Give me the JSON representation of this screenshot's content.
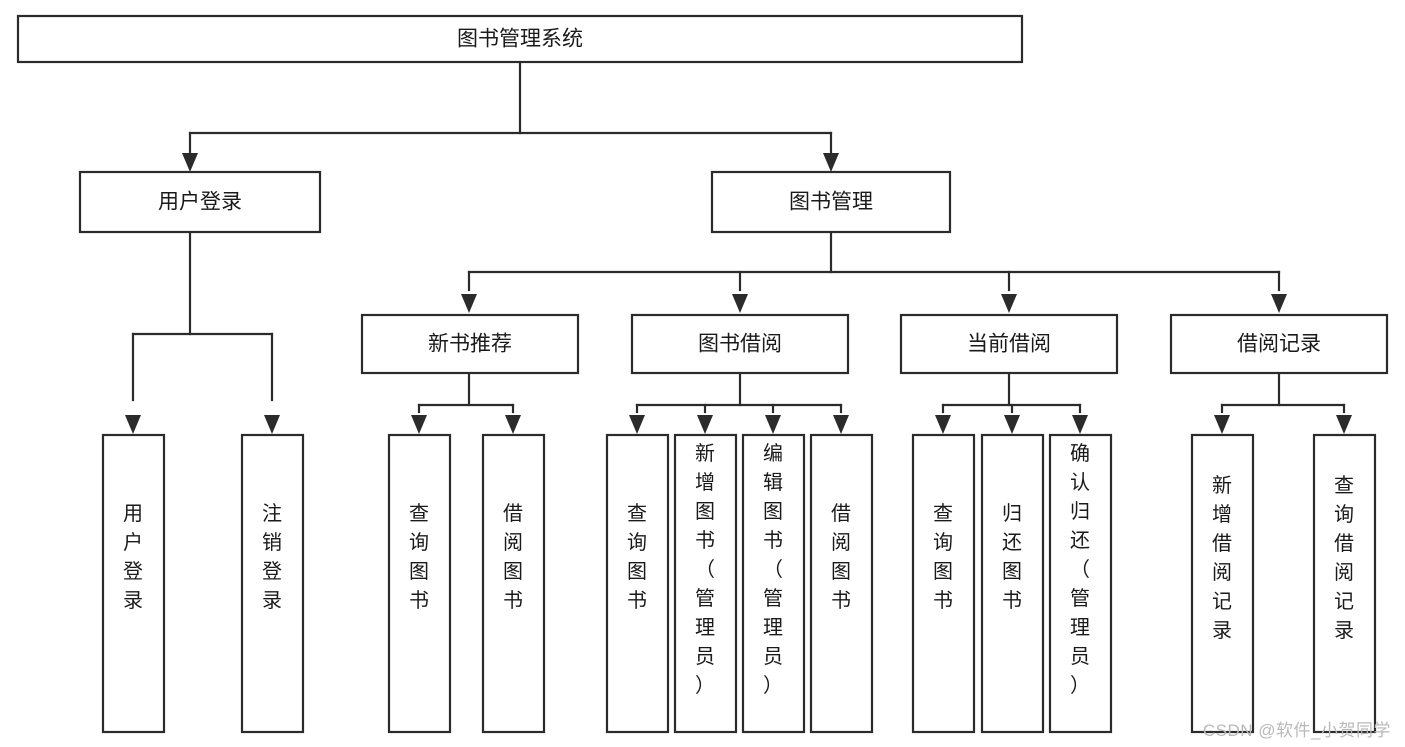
{
  "diagram": {
    "type": "tree-hierarchy",
    "title": "图书管理系统",
    "orientation": "top-down",
    "colors": {
      "box_stroke": "#2b2b2b",
      "box_fill": "#ffffff",
      "text": "#1a1a1a",
      "connector": "#2b2b2b",
      "watermark": "#b9b9b9",
      "background": "#ffffff"
    },
    "root": {
      "label": "图书管理系统"
    },
    "level2": [
      {
        "id": "user-login",
        "label": "用户登录"
      },
      {
        "id": "book-manage",
        "label": "图书管理"
      }
    ],
    "level3": [
      {
        "id": "new-book-recommend",
        "label": "新书推荐",
        "parent": "book-manage"
      },
      {
        "id": "book-borrow",
        "label": "图书借阅",
        "parent": "book-manage"
      },
      {
        "id": "current-borrow",
        "label": "当前借阅",
        "parent": "book-manage"
      },
      {
        "id": "borrow-record",
        "label": "借阅记录",
        "parent": "book-manage"
      }
    ],
    "leaves": [
      {
        "id": "leaf-user-login",
        "label": "用户登录",
        "parent": "user-login"
      },
      {
        "id": "leaf-logout-login",
        "label": "注销登录",
        "parent": "user-login"
      },
      {
        "id": "leaf-query-book-1",
        "label": "查询图书",
        "parent": "new-book-recommend"
      },
      {
        "id": "leaf-borrow-book-1",
        "label": "借阅图书",
        "parent": "new-book-recommend"
      },
      {
        "id": "leaf-query-book-2",
        "label": "查询图书",
        "parent": "book-borrow"
      },
      {
        "id": "leaf-add-book",
        "label": "新增图书（管理员）",
        "parent": "book-borrow"
      },
      {
        "id": "leaf-edit-book",
        "label": "编辑图书（管理员）",
        "parent": "book-borrow"
      },
      {
        "id": "leaf-borrow-book-2",
        "label": "借阅图书",
        "parent": "book-borrow"
      },
      {
        "id": "leaf-query-book-3",
        "label": "查询图书",
        "parent": "current-borrow"
      },
      {
        "id": "leaf-return-book",
        "label": "归还图书",
        "parent": "current-borrow"
      },
      {
        "id": "leaf-confirm-return",
        "label": "确认归还（管理员）",
        "parent": "current-borrow"
      },
      {
        "id": "leaf-add-record",
        "label": "新增借阅记录",
        "parent": "borrow-record"
      },
      {
        "id": "leaf-query-record",
        "label": "查询借阅记录",
        "parent": "borrow-record"
      }
    ]
  },
  "watermark": {
    "label": "CSDN @软件_小贺同学"
  }
}
